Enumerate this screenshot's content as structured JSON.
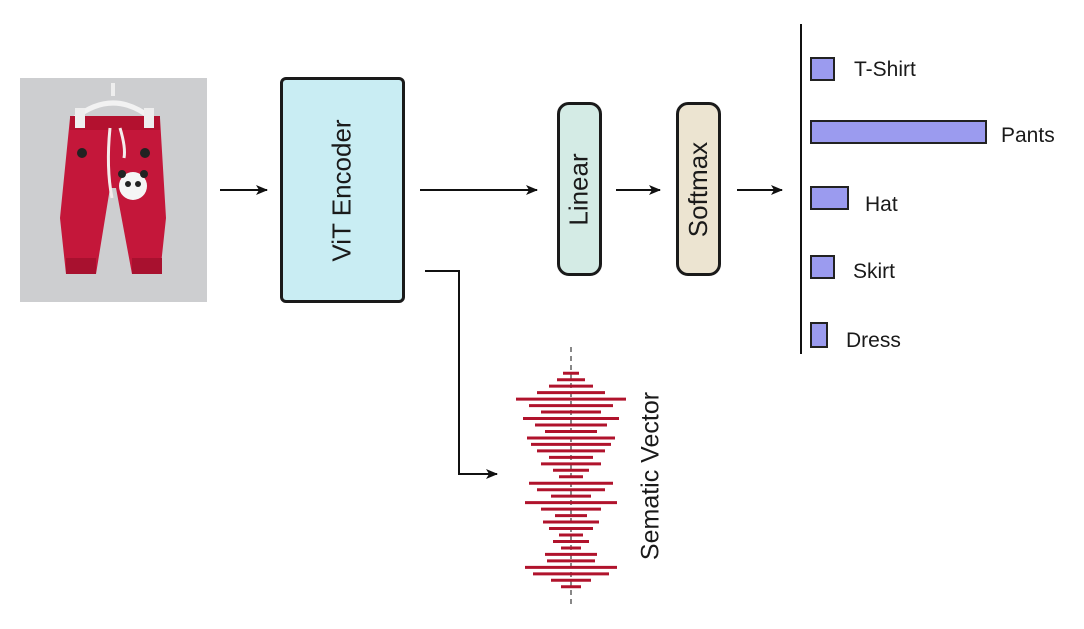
{
  "encoder": {
    "label": "ViT Encoder",
    "color": "#c9edf3"
  },
  "linear": {
    "label": "Linear",
    "color": "#d4ebe5"
  },
  "softmax": {
    "label": "Softmax",
    "color": "#ece4d1"
  },
  "semantic_vector": {
    "label": "Sematic Vector",
    "color": "#b0132c",
    "num_bars": 34
  },
  "input_image": {
    "description_icon": "red-pants-photo"
  },
  "chart_data": {
    "type": "bar",
    "orientation": "horizontal",
    "categories": [
      "T-Shirt",
      "Pants",
      "Hat",
      "Skirt",
      "Dress"
    ],
    "values": [
      0.14,
      1.0,
      0.22,
      0.14,
      0.1
    ],
    "bar_color": "#9b9bef"
  }
}
